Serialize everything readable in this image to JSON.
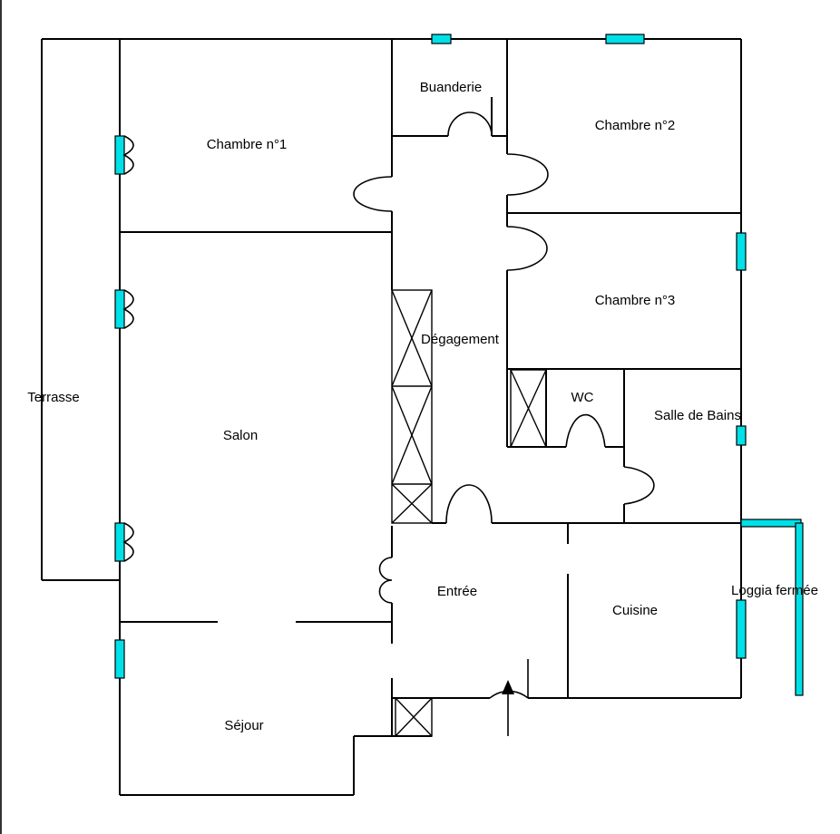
{
  "rooms": {
    "buanderie": "Buanderie",
    "chambre1": "Chambre n°1",
    "chambre2": "Chambre n°2",
    "chambre3": "Chambre n°3",
    "degagement": "Dégagement",
    "terrasse": "Terrasse",
    "wc": "WC",
    "salle_de_bains": "Salle de Bains",
    "salon": "Salon",
    "entree": "Entrée",
    "cuisine": "Cuisine",
    "loggia": "Loggia fermée",
    "sejour": "Séjour"
  },
  "colors": {
    "wall": "#000000",
    "window": "#00e0e8",
    "background": "#ffffff"
  }
}
